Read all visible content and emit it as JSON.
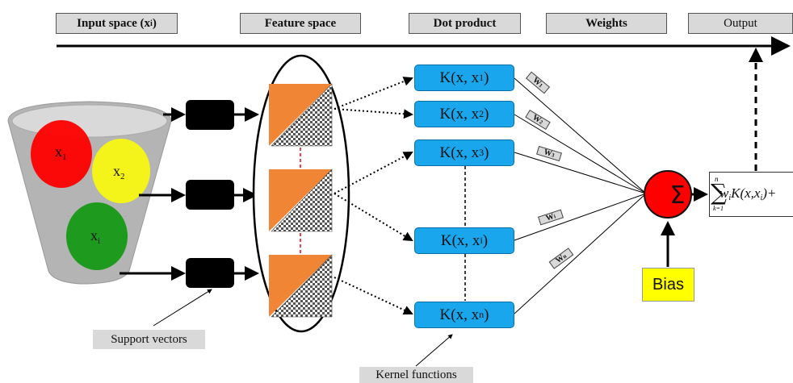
{
  "headers": {
    "input": {
      "main": "Input space (x",
      "sub": "i",
      "close": ")"
    },
    "feature": "Feature space",
    "dot": "Dot product",
    "weights": "Weights",
    "output": "Output"
  },
  "kernels": [
    {
      "main": "K(x, x",
      "sub": "1",
      "close": ")"
    },
    {
      "main": "K(x, x",
      "sub": "2",
      "close": ")"
    },
    {
      "main": "K(x, x",
      "sub": "3",
      "close": ")"
    },
    {
      "main": "K(x, x",
      "sub": "i",
      "close": ")"
    },
    {
      "main": "K(x, x",
      "sub": "n",
      "close": ")"
    }
  ],
  "weights": [
    {
      "main": "W",
      "sub": "1"
    },
    {
      "main": "W",
      "sub": "2"
    },
    {
      "main": "W",
      "sub": "3"
    },
    {
      "main": "W",
      "sub": "i"
    },
    {
      "main": "W",
      "sub": "n"
    }
  ],
  "balls": [
    {
      "main": "x",
      "sub": "1",
      "color": "#ff0000"
    },
    {
      "main": "x",
      "sub": "2",
      "color": "#ffff00"
    },
    {
      "main": "x",
      "sub": "i",
      "color": "#1e9a1e"
    }
  ],
  "sum_symbol": "Σ",
  "bias": "Bias",
  "formula": {
    "sigma": "∑",
    "upper": "n",
    "lower": "k=1",
    "body": "w",
    "body_sub": "i",
    "rest": "K(x,x",
    "rest_sub": "i",
    "tail": ")+"
  },
  "labels": {
    "support_vectors": "Support vectors",
    "kernel_functions": "Kernel functions"
  },
  "colors": {
    "kernel_box": "#1aa6ec",
    "triangle": "#ef8535",
    "sum_node": "#ff0000",
    "bias": "#ffff00",
    "header": "#d9d9d9"
  }
}
